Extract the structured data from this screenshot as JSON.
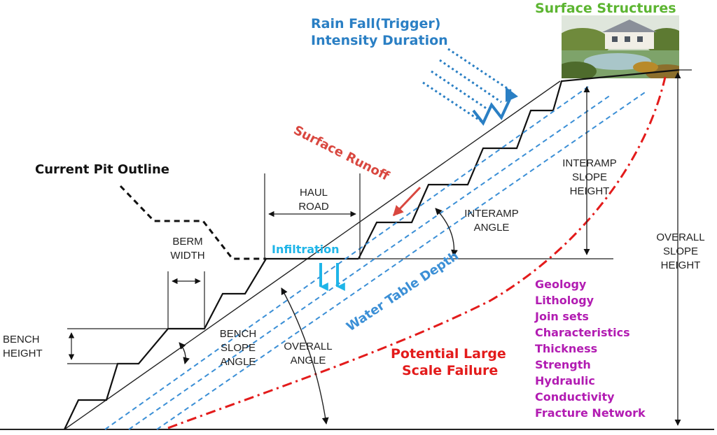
{
  "title_surface_structures": "Surface Structures",
  "rain": {
    "line1": "Rain Fall(Trigger)",
    "line2": "Intensity Duration"
  },
  "labels": {
    "current_pit_outline": "Current Pit Outline",
    "surface_runoff": "Surface Runoff",
    "haul_road_1": "HAUL",
    "haul_road_2": "ROAD",
    "berm_width_1": "BERM",
    "berm_width_2": "WIDTH",
    "infiltration": "Infiltration",
    "interamp_angle_1": "INTERAMP",
    "interamp_angle_2": "ANGLE",
    "interamp_height_1": "INTERAMP",
    "interamp_height_2": "SLOPE",
    "interamp_height_3": "HEIGHT",
    "overall_height_1": "OVERALL",
    "overall_height_2": "SLOPE",
    "overall_height_3": "HEIGHT",
    "water_table_depth": "Water Table Depth",
    "bench_height_1": "BENCH",
    "bench_height_2": "HEIGHT",
    "bench_slope_1": "BENCH",
    "bench_slope_2": "SLOPE",
    "bench_slope_3": "ANGLE",
    "overall_angle_1": "OVERALL",
    "overall_angle_2": "ANGLE",
    "failure_1": "Potential Large",
    "failure_2": "Scale Failure"
  },
  "factors": [
    "Geology",
    "Lithology",
    "Join sets",
    "Characteristics",
    "Thickness",
    "Strength",
    "Hydraulic",
    "Conductivity",
    "Fracture Network"
  ],
  "colors": {
    "green_title": "#5cb531",
    "rain_blue": "#2a7fc4",
    "runoff_red": "#d9473f",
    "infiltration_cyan": "#1fb5e8",
    "water_blue": "#3b8fd6",
    "failure_red": "#e31b1b",
    "factor_purple": "#b21cb2"
  }
}
